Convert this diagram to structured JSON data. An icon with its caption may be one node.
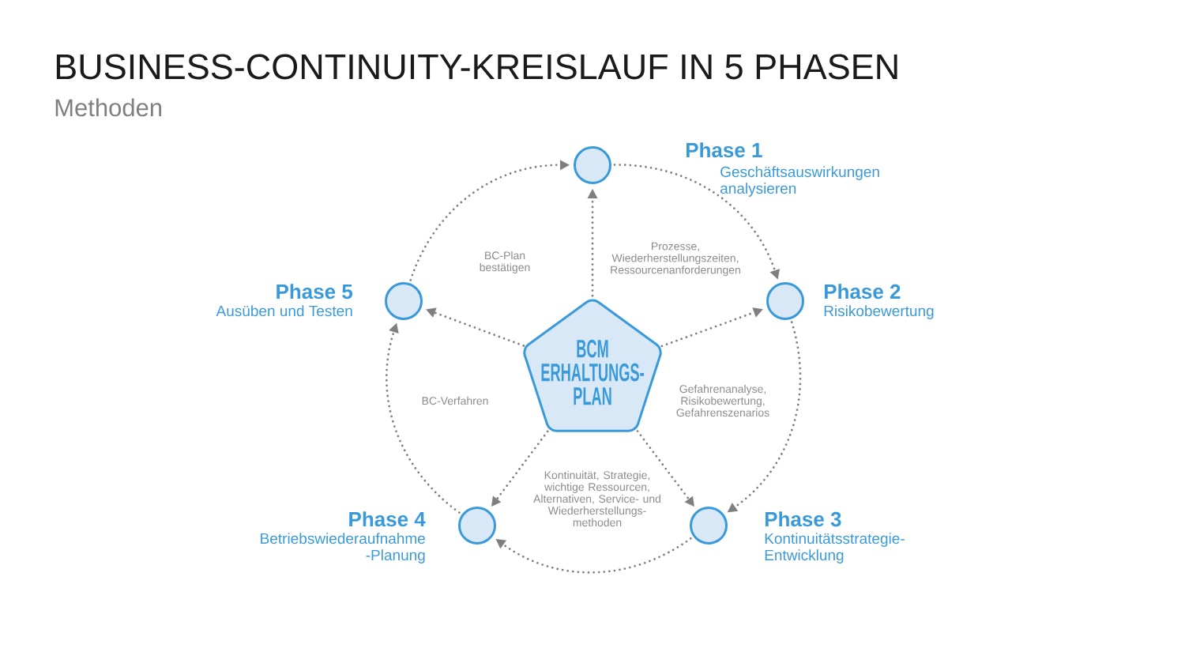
{
  "diagram": {
    "title": "BUSINESS-CONTINUITY-KREISLAUF IN 5 PHASEN",
    "nodes": [
      {
        "text": [],
        "shape": "circle",
        "beside": [
          "Phase 1",
          "Geschäftsauswirkungen analysieren"
        ]
      },
      {
        "text": [],
        "shape": "circle",
        "beside": [
          "Phase 5",
          "Ausüben und Testen"
        ]
      },
      {
        "text": [],
        "shape": "circle",
        "beside": [
          "Phase 2",
          "Risikobewertung"
        ]
      },
      {
        "text": [
          "BCM ERHALTUNGS- PLAN"
        ]
      },
      {
        "text": [],
        "shape": "circle",
        "beside": [
          "Phase 4",
          "Betriebswiederaufnahme -Planung"
        ]
      },
      {
        "text": [],
        "shape": "circle",
        "beside": [
          "Phase 3",
          "Kontinuitätsstrategie- Entwicklung"
        ]
      }
    ],
    "edges": [
      {
        "from": 0,
        "to": 2,
        "arrow": "to"
      },
      {
        "from": 2,
        "to": 5,
        "arrow": "to"
      },
      {
        "from": 5,
        "to": 4,
        "arrow": "to"
      },
      {
        "from": 4,
        "to": 1,
        "arrow": "to"
      },
      {
        "from": 1,
        "to": 0,
        "arrow": "to"
      },
      {
        "from": 3,
        "to": 0,
        "arrow": "to"
      },
      {
        "from": 3,
        "to": 2,
        "arrow": "to"
      },
      {
        "from": 3,
        "to": 5,
        "arrow": "to"
      },
      {
        "from": 3,
        "to": 4,
        "arrow": "to"
      },
      {
        "from": 3,
        "to": 1,
        "arrow": "to"
      }
    ],
    "labels": [
      "Methoden",
      "BC-Plan bestätigen",
      "Prozesse, Wiederherstellungszeiten, Ressourcenanforderungen",
      "BC-Verfahren",
      "Gefahrenanalyse, Risikobewertung, Gefahrenszenarios",
      "Kontinuität, Strategie, wichtige Ressourcen, Alternativen, Service- und Wiederherstellungs- methoden"
    ]
  }
}
